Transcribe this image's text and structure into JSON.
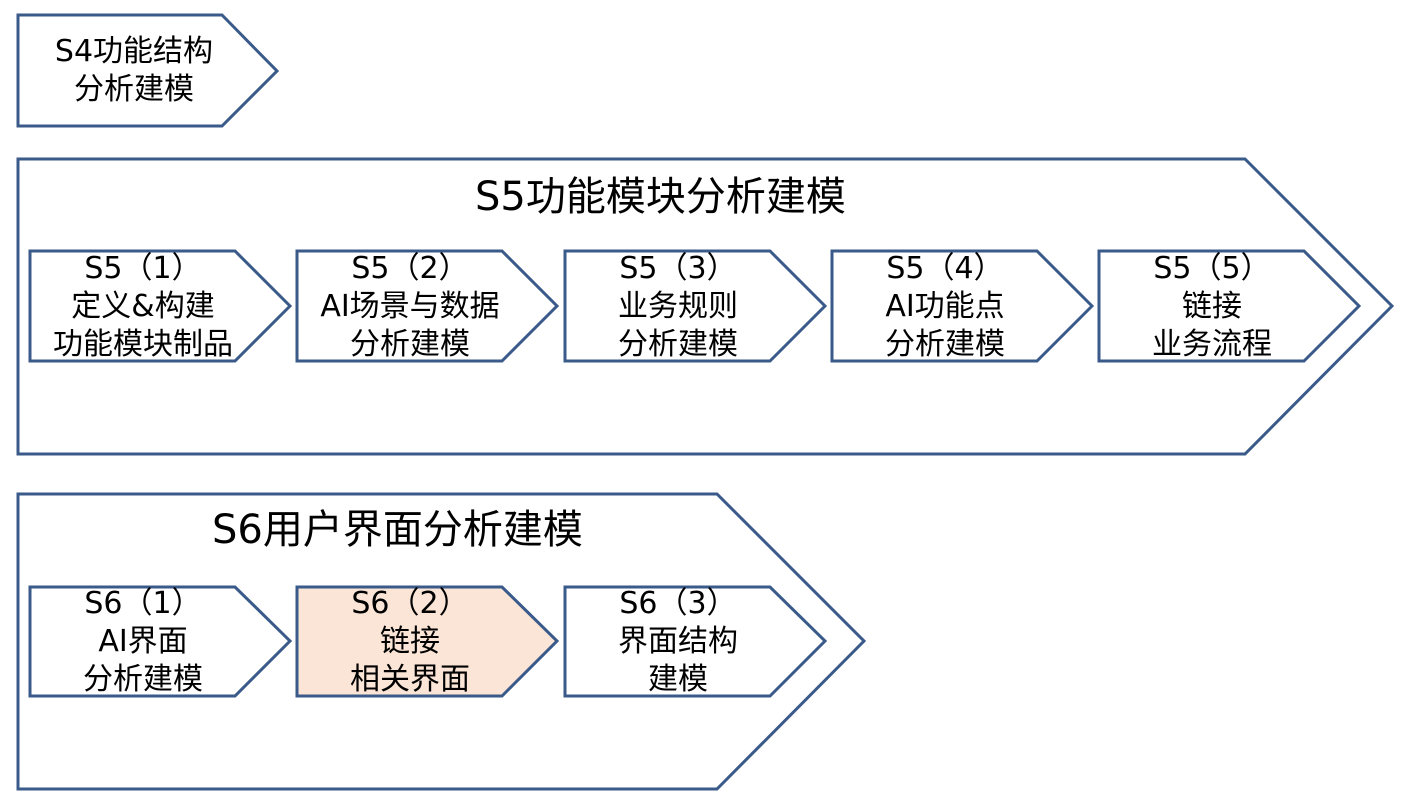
{
  "colors": {
    "stroke": "#3a5a8a",
    "fill": "#ffffff",
    "highlight": "#fbe5d6"
  },
  "s4": {
    "line1": "S4功能结构",
    "line2": "分析建模"
  },
  "s5": {
    "title": "S5功能模块分析建模",
    "steps": [
      {
        "line1": "S5（1）",
        "line2": "定义&构建",
        "line3": "功能模块制品"
      },
      {
        "line1": "S5（2）",
        "line2": "AI场景与数据",
        "line3": "分析建模"
      },
      {
        "line1": "S5（3）",
        "line2": "业务规则",
        "line3": "分析建模"
      },
      {
        "line1": "S5（4）",
        "line2": "AI功能点",
        "line3": "分析建模"
      },
      {
        "line1": "S5（5）",
        "line2": "链接",
        "line3": "业务流程"
      }
    ]
  },
  "s6": {
    "title": "S6用户界面分析建模",
    "steps": [
      {
        "line1": "S6（1）",
        "line2": "AI界面",
        "line3": "分析建模"
      },
      {
        "line1": "S6（2）",
        "line2": "链接",
        "line3": "相关界面",
        "highlighted": true
      },
      {
        "line1": "S6（3）",
        "line2": "界面结构",
        "line3": "建模"
      }
    ]
  }
}
